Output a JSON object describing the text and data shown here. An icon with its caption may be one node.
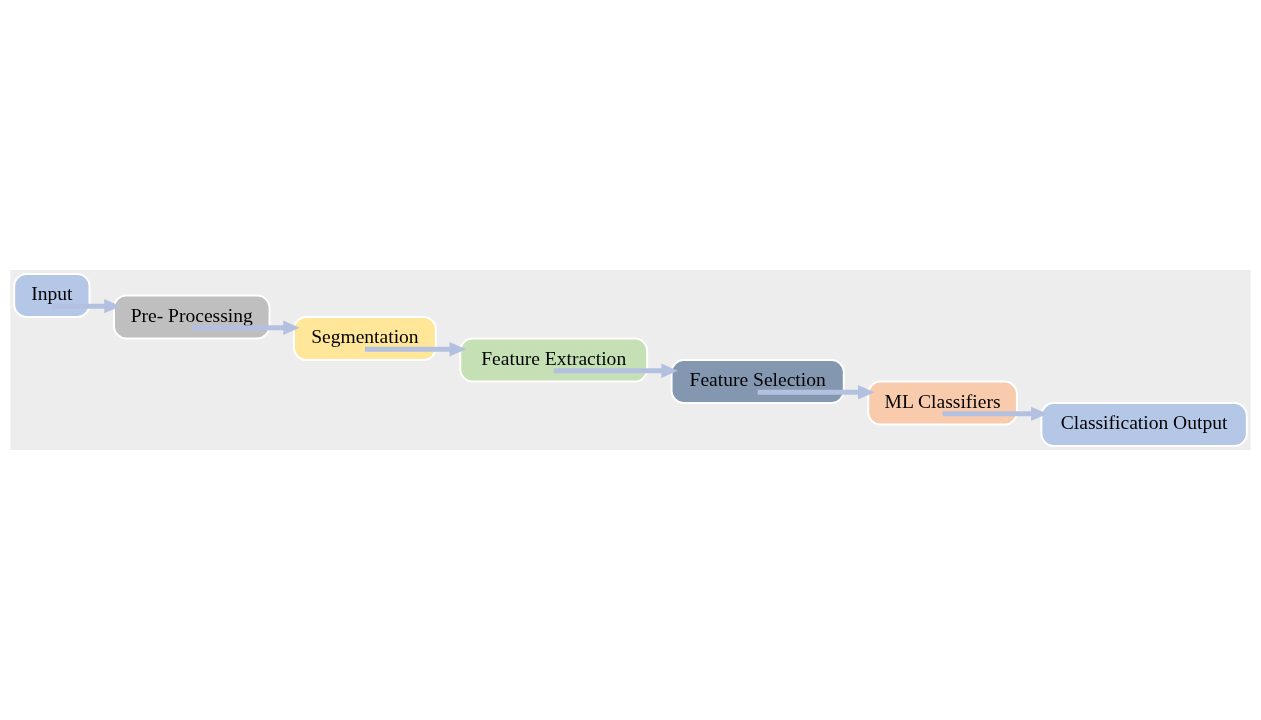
{
  "diagram": {
    "nodes": [
      {
        "text": [
          "Input"
        ]
      },
      {
        "text": [
          "Pre- Processing"
        ]
      },
      {
        "text": [
          "Segmentation"
        ]
      },
      {
        "text": [
          "Feature Extraction"
        ]
      },
      {
        "text": [
          "Feature Selection"
        ]
      },
      {
        "text": [
          "ML Classifiers"
        ]
      },
      {
        "text": [
          "Classification Output"
        ]
      }
    ],
    "edges": [
      {
        "from": 0,
        "to": 1,
        "arrow": "to"
      },
      {
        "from": 1,
        "to": 2,
        "arrow": "to"
      },
      {
        "from": 2,
        "to": 3,
        "arrow": "to"
      },
      {
        "from": 3,
        "to": 4,
        "arrow": "to"
      },
      {
        "from": 4,
        "to": 5,
        "arrow": "to"
      },
      {
        "from": 5,
        "to": 6,
        "arrow": "to"
      }
    ]
  }
}
